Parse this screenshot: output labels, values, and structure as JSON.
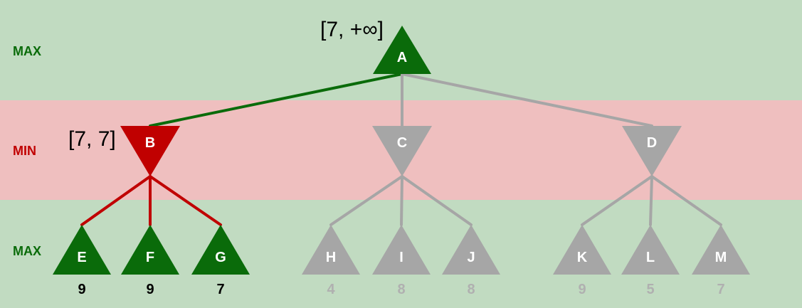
{
  "levels": [
    {
      "label": "MAX",
      "color": "#0a6b0a",
      "band": "#c1dbc1"
    },
    {
      "label": "MIN",
      "color": "#c00000",
      "band": "#efbfbf"
    },
    {
      "label": "MAX",
      "color": "#0a6b0a",
      "band": "#c1dbc1"
    }
  ],
  "colors": {
    "max_node": "#0a6b0a",
    "min_node": "#c00000",
    "pruned": "#a6a6a6",
    "active_edge_root": "#0a6b0a",
    "active_edge_min": "#c00000",
    "leaf_value_active": "#000000",
    "leaf_value_pruned": "#b0b0b0"
  },
  "nodes": {
    "A": {
      "label": "A",
      "type": "max",
      "state": "active",
      "bounds": "[7, +∞]"
    },
    "B": {
      "label": "B",
      "type": "min",
      "state": "active",
      "bounds": "[7, 7]"
    },
    "C": {
      "label": "C",
      "type": "min",
      "state": "pruned"
    },
    "D": {
      "label": "D",
      "type": "min",
      "state": "pruned"
    },
    "E": {
      "label": "E",
      "type": "max",
      "state": "active",
      "value": "9"
    },
    "F": {
      "label": "F",
      "type": "max",
      "state": "active",
      "value": "9"
    },
    "G": {
      "label": "G",
      "type": "max",
      "state": "active",
      "value": "7"
    },
    "H": {
      "label": "H",
      "type": "max",
      "state": "pruned",
      "value": "4"
    },
    "I": {
      "label": "I",
      "type": "max",
      "state": "pruned",
      "value": "8"
    },
    "J": {
      "label": "J",
      "type": "max",
      "state": "pruned",
      "value": "8"
    },
    "K": {
      "label": "K",
      "type": "max",
      "state": "pruned",
      "value": "9"
    },
    "L": {
      "label": "L",
      "type": "max",
      "state": "pruned",
      "value": "5"
    },
    "M": {
      "label": "M",
      "type": "max",
      "state": "pruned",
      "value": "7"
    }
  },
  "edges": [
    {
      "from": "A",
      "to": "B",
      "state": "active"
    },
    {
      "from": "A",
      "to": "C",
      "state": "pruned"
    },
    {
      "from": "A",
      "to": "D",
      "state": "pruned"
    },
    {
      "from": "B",
      "to": "E",
      "state": "active"
    },
    {
      "from": "B",
      "to": "F",
      "state": "active"
    },
    {
      "from": "B",
      "to": "G",
      "state": "active"
    },
    {
      "from": "C",
      "to": "H",
      "state": "pruned"
    },
    {
      "from": "C",
      "to": "I",
      "state": "pruned"
    },
    {
      "from": "C",
      "to": "J",
      "state": "pruned"
    },
    {
      "from": "D",
      "to": "K",
      "state": "pruned"
    },
    {
      "from": "D",
      "to": "L",
      "state": "pruned"
    },
    {
      "from": "D",
      "to": "M",
      "state": "pruned"
    }
  ]
}
